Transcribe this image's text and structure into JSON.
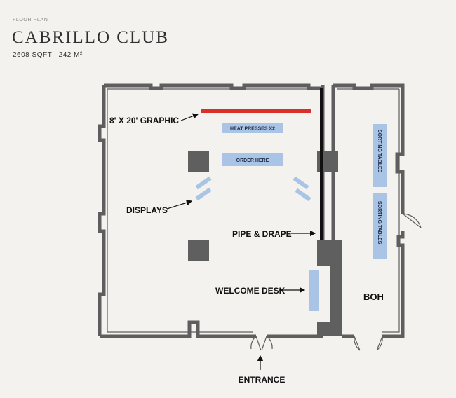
{
  "header": {
    "eyebrow": "FLOOR PLAN",
    "title": "CABRILLO CLUB",
    "subtitle": "2608 SQFT | 242 M²"
  },
  "labels": {
    "graphic": "8' X 20' GRAPHIC",
    "heat_presses": "HEAT PRESSES X2",
    "order_here": "ORDER HERE",
    "displays": "DISPLAYS",
    "pipe_drape": "PIPE & DRAPE",
    "welcome_desk": "WELCOME DESK",
    "sorting_tables_1": "SORTING TABLES",
    "sorting_tables_2": "SORTING TABLES",
    "boh": "BOH",
    "entrance": "ENTRANCE"
  },
  "colors": {
    "background": "#f4f2ee",
    "wall": "#5e5e5e",
    "column": "#5f5f5f",
    "table_blue": "#a9c4e4",
    "graphic_red": "#d9302a",
    "drape": "#111111"
  }
}
